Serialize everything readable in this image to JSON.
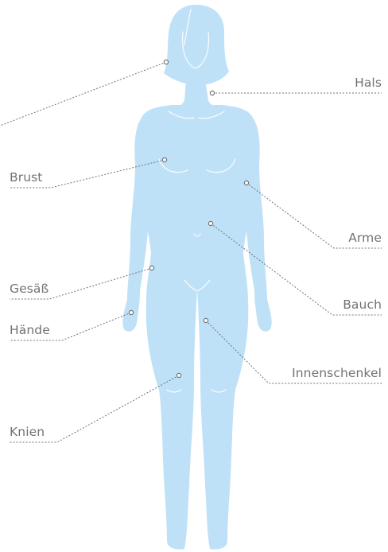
{
  "figure": {
    "body_color": "#bfe1f7",
    "line_color": "#6f7376",
    "dot_fill": "#ffffff"
  },
  "labels": {
    "hals": "Hals",
    "brust": "Brust",
    "arme": "Arme",
    "gesaess": "Gesäß",
    "bauch": "Bauch",
    "haende": "Hände",
    "innenschenkel": "Innenschenkel",
    "knien": "Knien"
  }
}
